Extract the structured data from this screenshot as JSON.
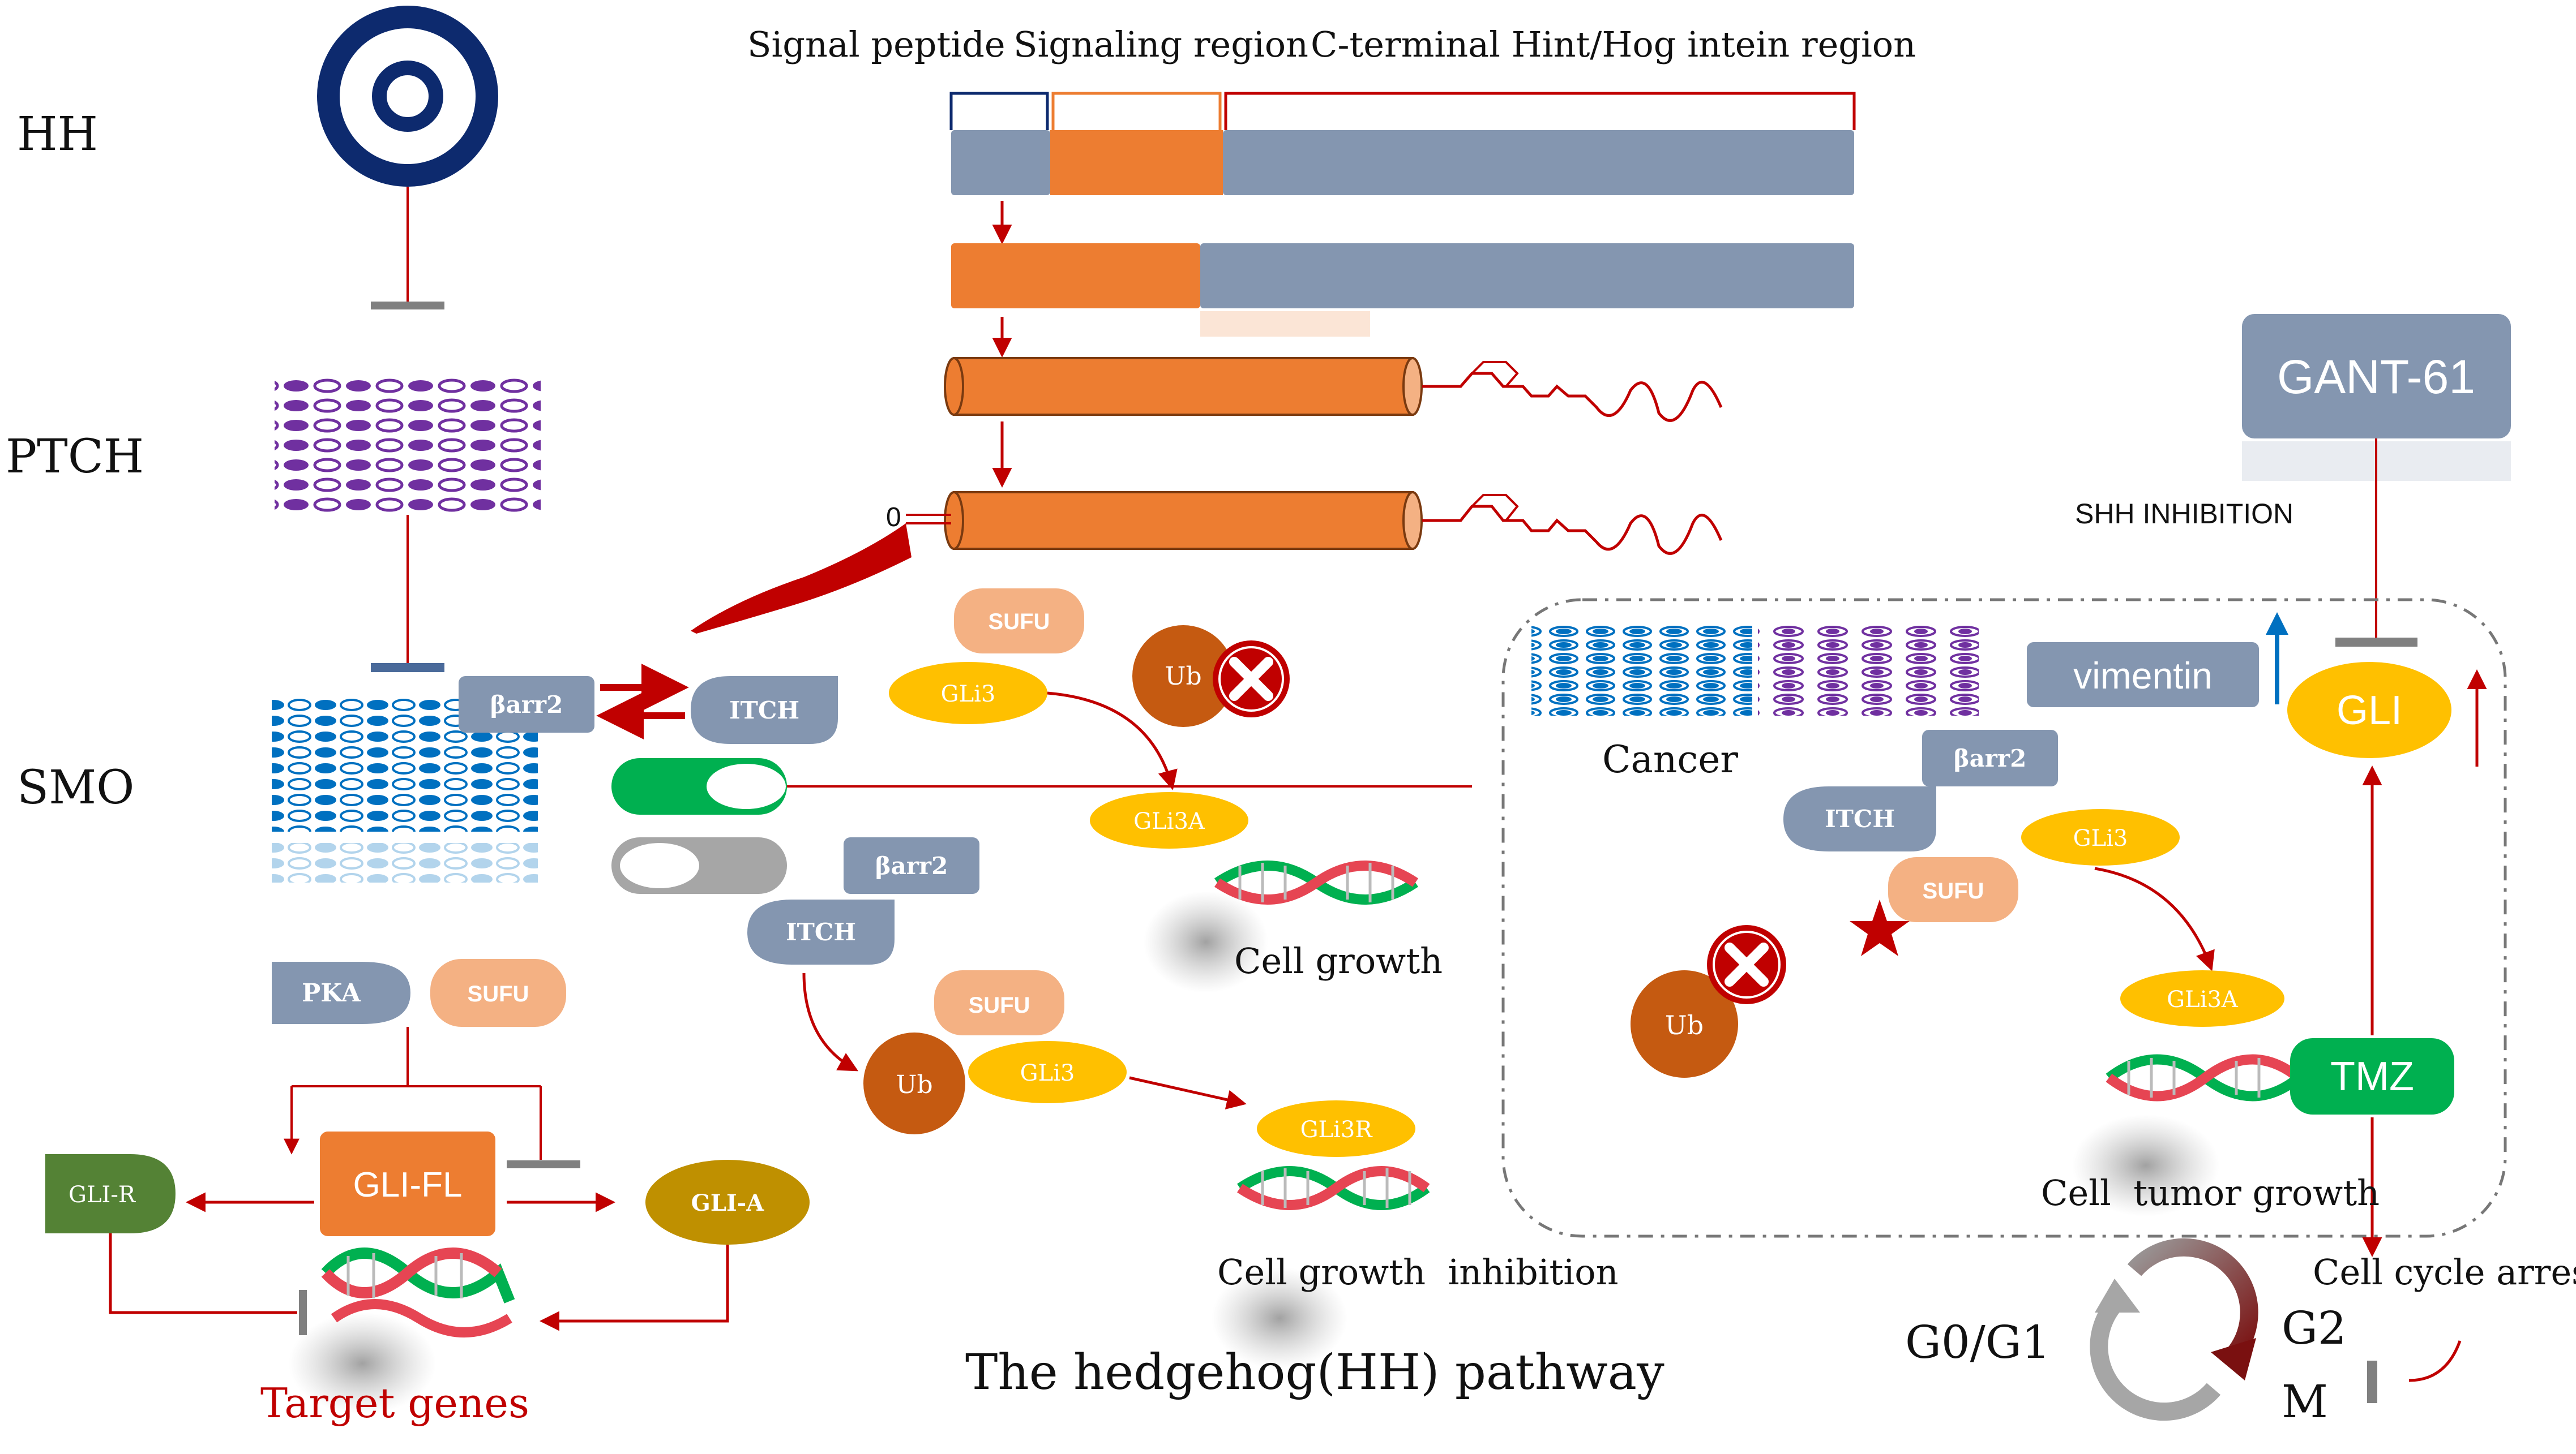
{
  "left_labels": {
    "hh": "HH",
    "ptch": "PTCH",
    "smo": "SMO"
  },
  "hh_protein": {
    "signal_peptide": "Signal peptide",
    "signaling_region": "Signaling region",
    "c_terminal": "C-terminal Hint/Hog intein region",
    "zero_mark": "0"
  },
  "smo_complex": {
    "barr2": "βarr2",
    "itch": "ITCH"
  },
  "pka_branch": {
    "pka": "PKA",
    "sufu": "SUFU",
    "gli_fl": "GLI-FL",
    "gli_r": "GLI-R",
    "gli_a": "GLI-A",
    "target_genes": "Target genes"
  },
  "on_branch": {
    "sufu": "SUFU",
    "gli3": "GLi3",
    "ub": "Ub",
    "gli3a": "GLi3A",
    "cell_growth": "Cell growth"
  },
  "off_branch": {
    "barr2": "βarr2",
    "itch": "ITCH",
    "sufu": "SUFU",
    "ub": "Ub",
    "gli3": "GLi3",
    "gli3r": "GLi3R",
    "cell_growth_inhibition": "Cell growth  inhibition"
  },
  "title": "The hedgehog(HH) pathway",
  "cancer_panel": {
    "gant61": "GANT-61",
    "shh_inhibition": "SHH INHIBITION",
    "vimentin": "vimentin",
    "gli": "GLI",
    "cancer": "Cancer",
    "barr2": "βarr2",
    "itch": "ITCH",
    "gli3": "GLi3",
    "sufu": "SUFU",
    "ub": "Ub",
    "gli3a": "GLi3A",
    "tmz": "TMZ",
    "cell_tumor_growth": "Cell  tumor growth"
  },
  "cell_cycle": {
    "arrest": "Cell cycle arrest",
    "g0g1": "G0/G1",
    "g2": "G2",
    "m": "M"
  },
  "colors": {
    "navy": "#0d2a6e",
    "slate": "#8496b0",
    "orange": "#ed7d31",
    "peach": "#f4b183",
    "yellow": "#ffc000",
    "dark_red": "#c00000",
    "green": "#00b050",
    "olive": "#bf9000",
    "dark_green": "#548235",
    "ub_brown": "#c55a11",
    "purple": "#7030a0",
    "blue": "#0070c0"
  }
}
